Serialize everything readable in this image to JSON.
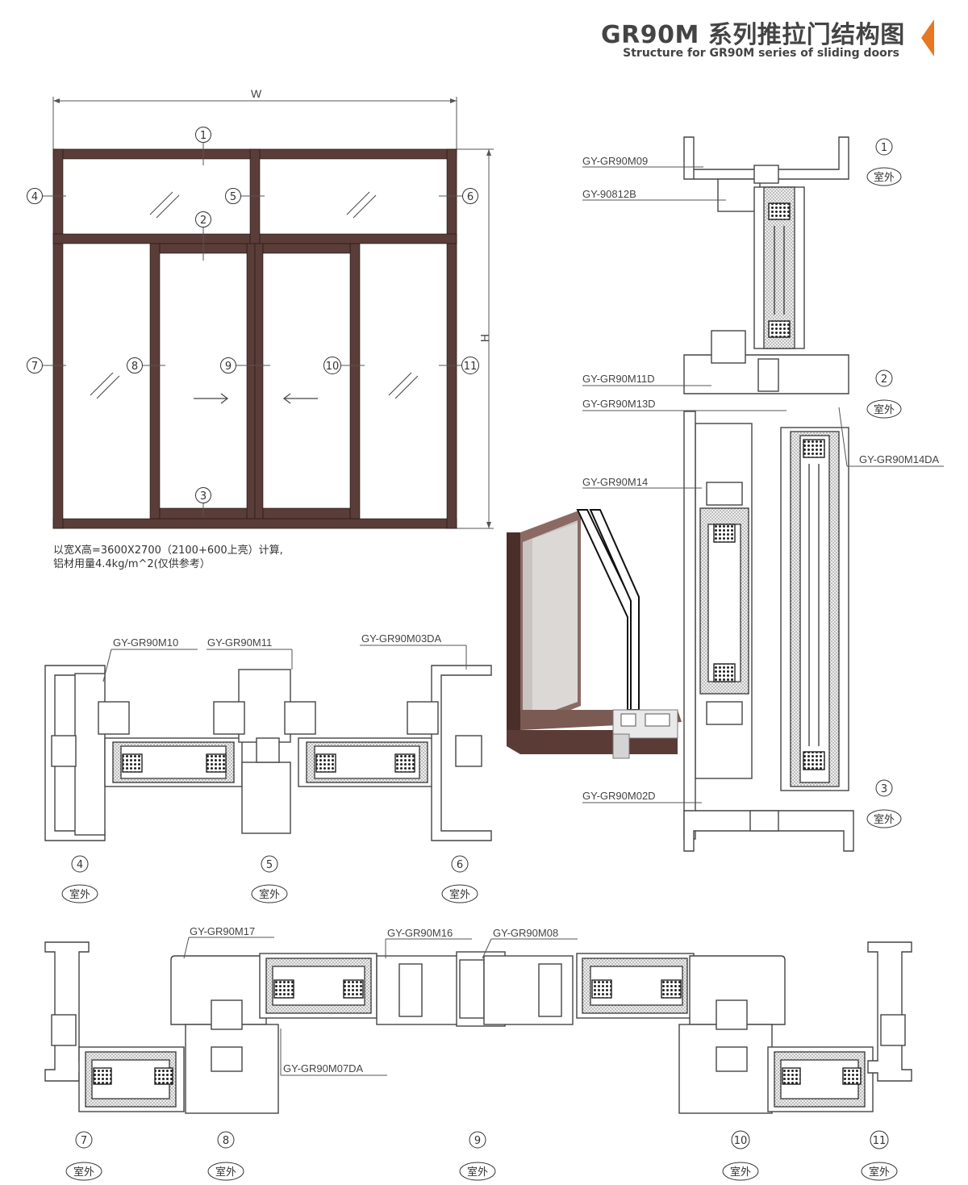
{
  "header": {
    "title": "GR90M 系列推拉门结构图",
    "subtitle": "Structure for GR90M series of sliding doors",
    "accent_color": "#e87722"
  },
  "elevation": {
    "width_label": "W",
    "height_label": "H",
    "callouts": [
      "1",
      "2",
      "3",
      "4",
      "5",
      "6",
      "7",
      "8",
      "9",
      "10",
      "11"
    ],
    "frame_color": "#5a3d38",
    "note_line1": "以宽X高=3600X2700（2100+600上亮）计算,",
    "note_line2": "铝材用量4.4kg/m^2(仅供参考）"
  },
  "vertical_section": {
    "labels_left": [
      "GY-GR90M09",
      "GY-90812B",
      "GY-GR90M11D",
      "GY-GR90M13D",
      "GY-GR90M14",
      "GY-GR90M02D"
    ],
    "label_right": "GY-GR90M14DA",
    "markers": [
      {
        "num": "1",
        "side": "室外"
      },
      {
        "num": "2",
        "side": "室外"
      },
      {
        "num": "3",
        "side": "室外"
      }
    ]
  },
  "horizontal_section_top": {
    "labels": [
      "GY-GR90M10",
      "GY-GR90M11",
      "GY-GR90M03DA"
    ],
    "markers": [
      {
        "num": "4",
        "side": "室外"
      },
      {
        "num": "5",
        "side": "室外"
      },
      {
        "num": "6",
        "side": "室外"
      }
    ]
  },
  "horizontal_section_bottom": {
    "labels": [
      "GY-GR90M17",
      "GY-GR90M16",
      "GY-GR90M08",
      "GY-GR90M07DA"
    ],
    "markers": [
      {
        "num": "7",
        "side": "室外"
      },
      {
        "num": "8",
        "side": "室外"
      },
      {
        "num": "9",
        "side": "室外"
      },
      {
        "num": "10",
        "side": "室外"
      },
      {
        "num": "11",
        "side": "室外"
      }
    ]
  }
}
